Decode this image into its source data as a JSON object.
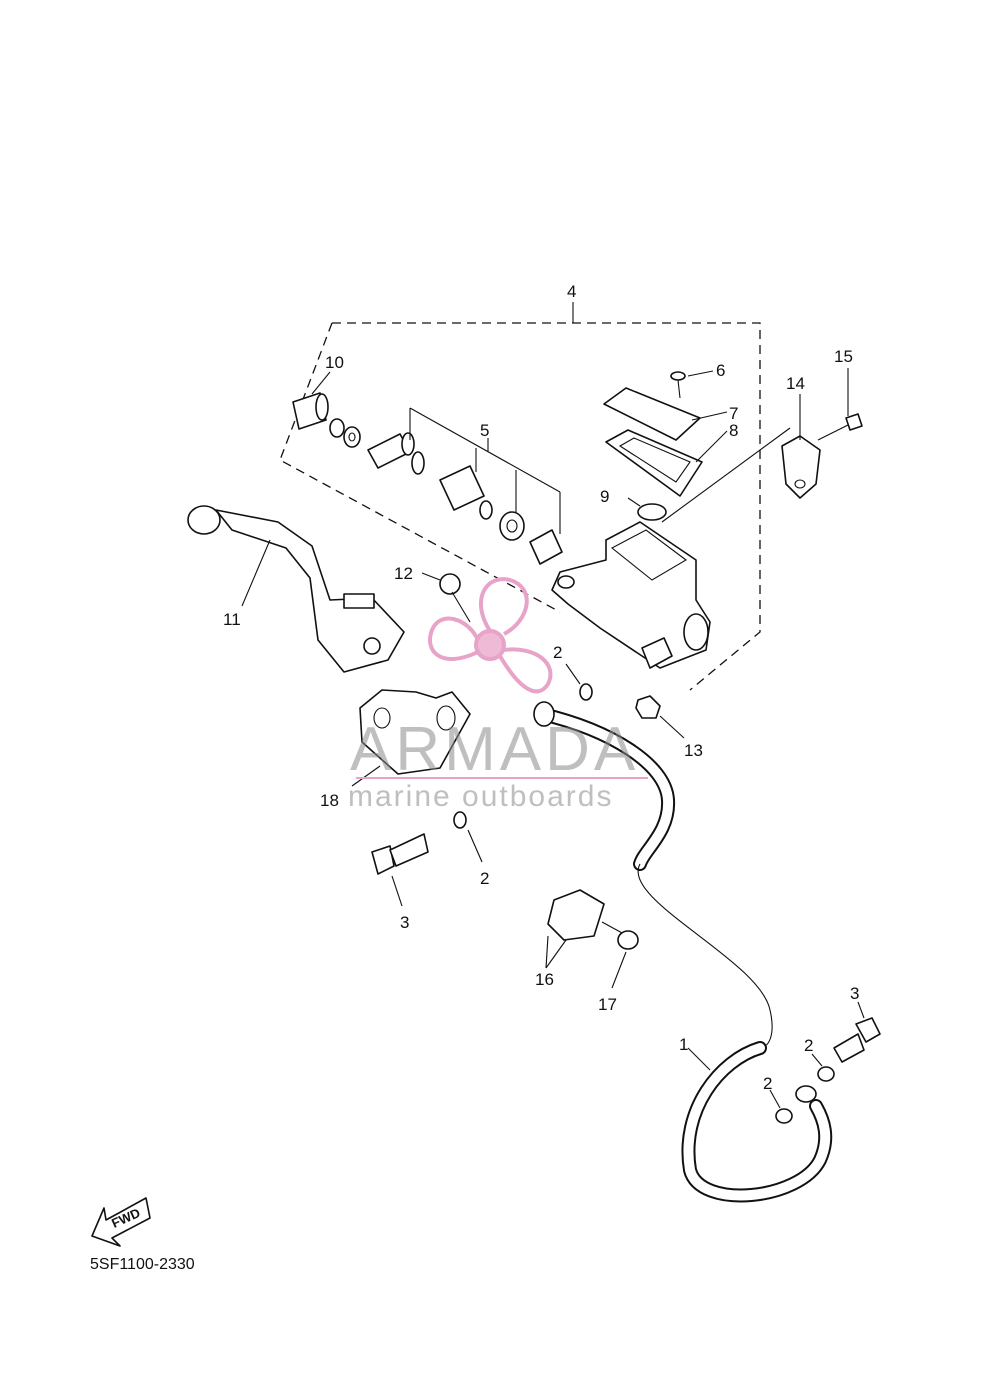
{
  "diagram": {
    "drawing_code": "5SF1100-2330",
    "fwd_label": "FWD",
    "callouts": {
      "c1": "1",
      "c2a": "2",
      "c2b": "2",
      "c2c": "2",
      "c2d": "2",
      "c3a": "3",
      "c3b": "3",
      "c4": "4",
      "c5": "5",
      "c6": "6",
      "c7": "7",
      "c8": "8",
      "c9": "9",
      "c10": "10",
      "c11": "11",
      "c12": "12",
      "c13": "13",
      "c14": "14",
      "c15": "15",
      "c16": "16",
      "c17": "17",
      "c18": "18"
    }
  },
  "watermark": {
    "brand": "ARMADA",
    "tagline": "marine outboards",
    "logo_color": "#e8a3c8",
    "text_color": "#8a8a8a"
  }
}
